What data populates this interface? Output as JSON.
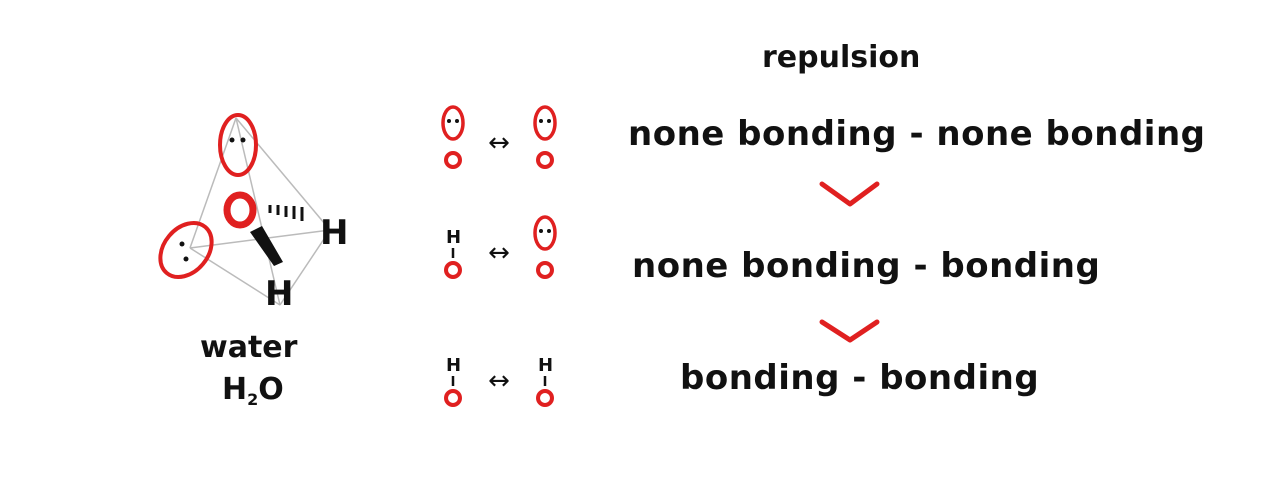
{
  "header": {
    "title": "repulsion"
  },
  "molecule": {
    "name": "water",
    "formula_main": "H",
    "formula_sub": "2",
    "formula_end": "O",
    "atoms": {
      "oxygen": "O",
      "hydrogen": "H"
    }
  },
  "pairs": [
    {
      "left": "lone",
      "right": "lone",
      "label": "none bonding - none bonding"
    },
    {
      "left": "bond",
      "right": "lone",
      "label": "none bonding  -  bonding"
    },
    {
      "left": "bond",
      "right": "bond",
      "label": "bonding  -   bonding"
    }
  ],
  "symbols": {
    "arrow": "↔",
    "bond_letter": "H"
  },
  "colors": {
    "red": "#e02020",
    "ink": "#111111",
    "gray": "#bbbbbb"
  }
}
